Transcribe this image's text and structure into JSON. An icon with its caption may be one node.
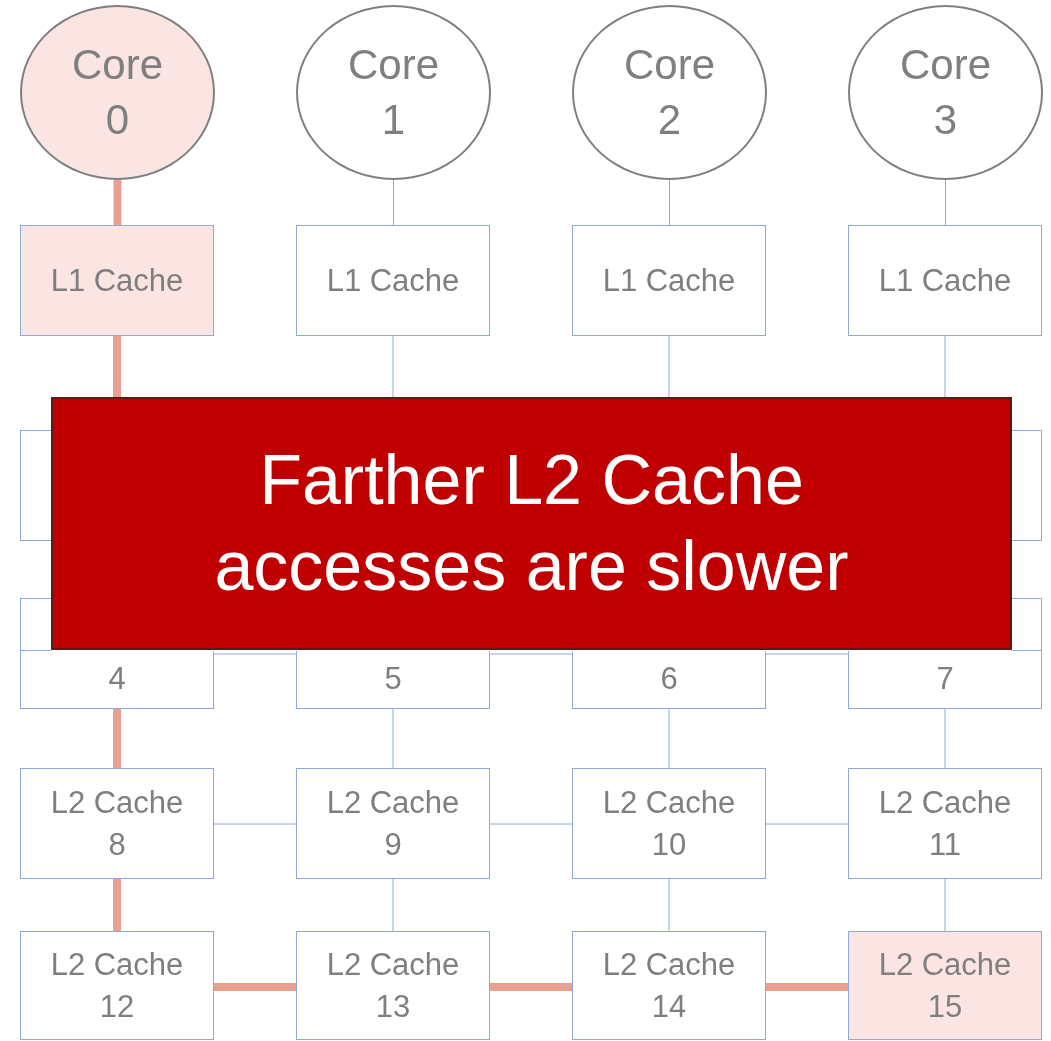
{
  "diagram": {
    "nodes": [
      {
        "text": [
          "Core 0"
        ]
      },
      {
        "text": [
          "Core 1"
        ]
      },
      {
        "text": [
          "Core 2"
        ]
      },
      {
        "text": [
          "Core 3"
        ]
      },
      {
        "text": [
          "L1 Cache"
        ]
      },
      {
        "text": [
          "L1 Cache"
        ]
      },
      {
        "text": [
          "L1 Cache"
        ]
      },
      {
        "text": [
          "L1 Cache"
        ]
      },
      {
        "text": [
          "4"
        ]
      },
      {
        "text": [
          "5"
        ]
      },
      {
        "text": [
          "6"
        ]
      },
      {
        "text": [
          "7"
        ]
      },
      {
        "text": [
          "L2 Cache 8"
        ]
      },
      {
        "text": [
          "L2 Cache 9"
        ]
      },
      {
        "text": [
          "L2 Cache 10"
        ]
      },
      {
        "text": [
          "L2 Cache 11"
        ]
      },
      {
        "text": [
          "L2 Cache 12"
        ]
      },
      {
        "text": [
          "L2 Cache 13"
        ]
      },
      {
        "text": [
          "L2 Cache 14"
        ]
      },
      {
        "text": [
          "L2 Cache 15"
        ]
      },
      {
        "text": [
          "Farther L2 Cache accesses are slower"
        ]
      }
    ],
    "edges": [
      {
        "from": 0,
        "to": 4,
        "arrow": "none",
        "style": "thick",
        "color": "#e9a08f"
      },
      {
        "from": 1,
        "to": 5,
        "arrow": "none"
      },
      {
        "from": 2,
        "to": 6,
        "arrow": "none"
      },
      {
        "from": 3,
        "to": 7,
        "arrow": "none"
      },
      {
        "from": 4,
        "to": 20,
        "arrow": "none",
        "style": "thick",
        "color": "#e9a08f"
      },
      {
        "from": 5,
        "to": 20,
        "arrow": "none"
      },
      {
        "from": 6,
        "to": 20,
        "arrow": "none"
      },
      {
        "from": 7,
        "to": 20,
        "arrow": "none"
      },
      {
        "from": 8,
        "to": 9,
        "arrow": "none"
      },
      {
        "from": 9,
        "to": 10,
        "arrow": "none"
      },
      {
        "from": 10,
        "to": 11,
        "arrow": "none"
      },
      {
        "from": 8,
        "to": 12,
        "arrow": "none",
        "style": "thick",
        "color": "#e9a08f"
      },
      {
        "from": 9,
        "to": 13,
        "arrow": "none"
      },
      {
        "from": 10,
        "to": 14,
        "arrow": "none"
      },
      {
        "from": 11,
        "to": 15,
        "arrow": "none"
      },
      {
        "from": 12,
        "to": 13,
        "arrow": "none"
      },
      {
        "from": 13,
        "to": 14,
        "arrow": "none"
      },
      {
        "from": 14,
        "to": 15,
        "arrow": "none"
      },
      {
        "from": 12,
        "to": 16,
        "arrow": "none",
        "style": "thick",
        "color": "#e9a08f"
      },
      {
        "from": 13,
        "to": 17,
        "arrow": "none"
      },
      {
        "from": 14,
        "to": 18,
        "arrow": "none"
      },
      {
        "from": 15,
        "to": 19,
        "arrow": "none"
      },
      {
        "from": 16,
        "to": 17,
        "arrow": "none",
        "style": "thick",
        "color": "#e9a08f"
      },
      {
        "from": 17,
        "to": 18,
        "arrow": "none",
        "style": "thick",
        "color": "#e9a08f"
      },
      {
        "from": 18,
        "to": 19,
        "arrow": "none",
        "style": "thick",
        "color": "#e9a08f"
      }
    ]
  }
}
